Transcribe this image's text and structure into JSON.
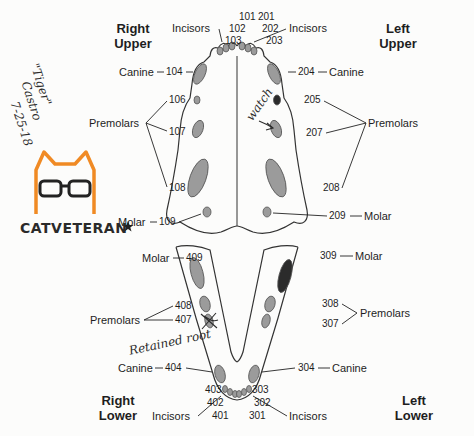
{
  "diagram": {
    "labels": [
      "Right Upper",
      "Incisors",
      "101",
      "201",
      "102",
      "202",
      "103",
      "203",
      "Incisors",
      "Left Upper",
      "Canine",
      "104",
      "204",
      "Canine",
      "106",
      "205",
      "Premolars",
      "107",
      "207",
      "Premolars",
      "108",
      "208",
      "Molar",
      "109",
      "209",
      "Molar",
      "\"Tiger\"",
      "Castro",
      "7-25-18",
      "watch",
      "CATVETERAN",
      "Molar",
      "409",
      "309",
      "Molar",
      "408",
      "Premolars",
      "407",
      "308",
      "Premolars",
      "307",
      "Retained root",
      "Canine",
      "404",
      "304",
      "Canine",
      "403",
      "303",
      "402",
      "302",
      "401",
      "301",
      "Incisors",
      "Incisors",
      "Right Lower",
      "Left Lower"
    ]
  }
}
